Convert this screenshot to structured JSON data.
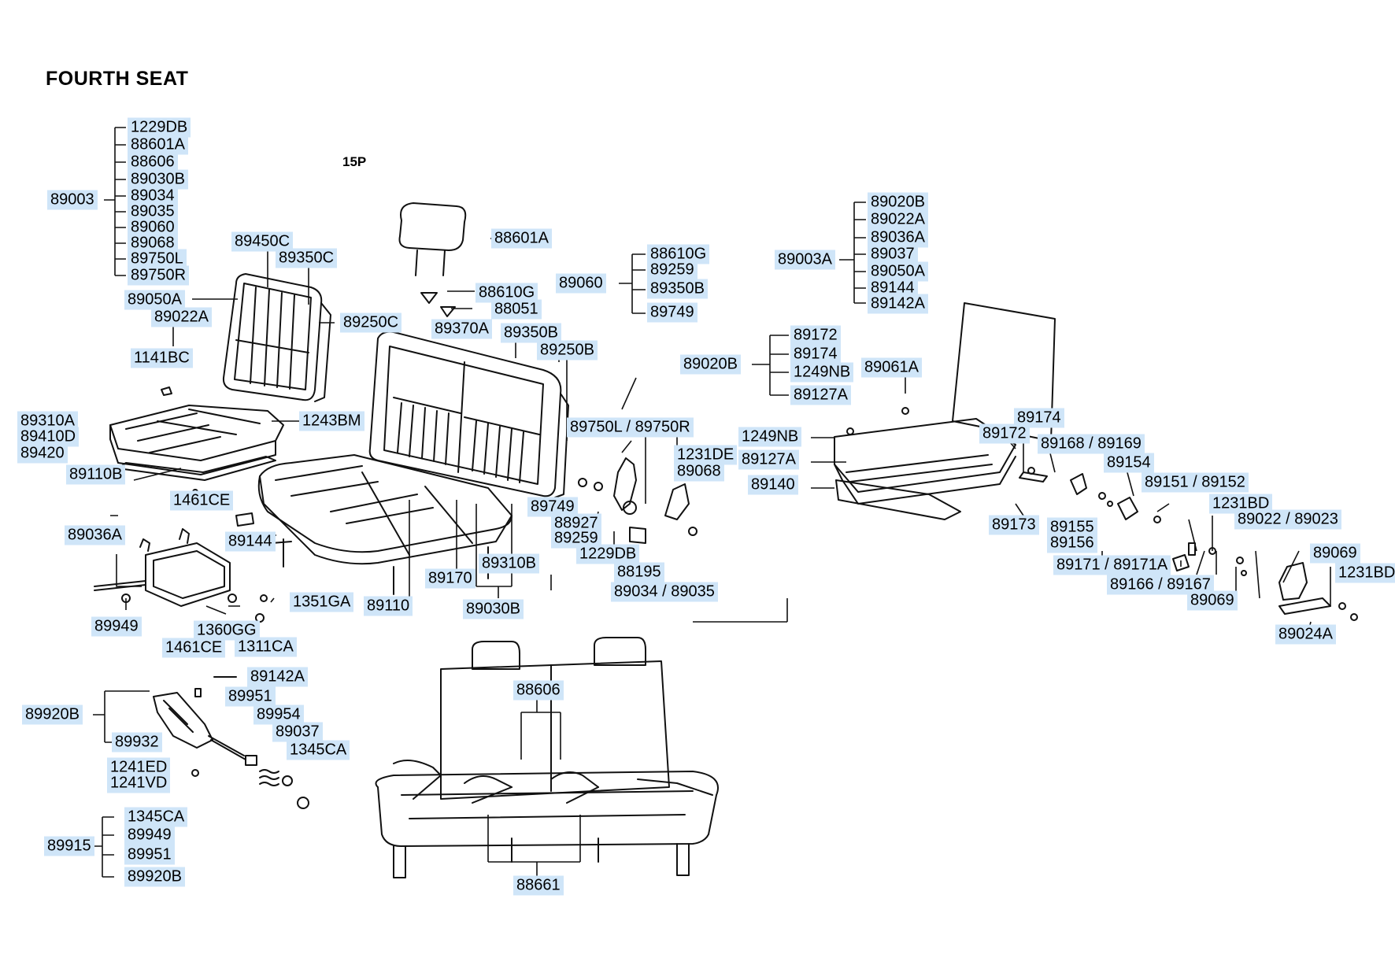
{
  "title": "FOURTH  SEAT",
  "page_ref": "15P",
  "callouts": [
    {
      "id": "89003",
      "label": "89003"
    },
    {
      "id": "1229DB-a",
      "label": "1229DB"
    },
    {
      "id": "88601A-a",
      "label": "88601A"
    },
    {
      "id": "88606-a",
      "label": "88606"
    },
    {
      "id": "89030B",
      "label": "89030B"
    },
    {
      "id": "89034",
      "label": "89034"
    },
    {
      "id": "89035",
      "label": "89035"
    },
    {
      "id": "89060-a",
      "label": "89060"
    },
    {
      "id": "89068-a",
      "label": "89068"
    },
    {
      "id": "89750L",
      "label": "89750L"
    },
    {
      "id": "89750R",
      "label": "89750R"
    },
    {
      "id": "89450C",
      "label": "89450C"
    },
    {
      "id": "89350C",
      "label": "89350C"
    },
    {
      "id": "89050A-a",
      "label": "89050A"
    },
    {
      "id": "89022A-a",
      "label": "89022A"
    },
    {
      "id": "89250C",
      "label": "89250C"
    },
    {
      "id": "1141BC",
      "label": "1141BC"
    },
    {
      "id": "89310A",
      "label": "89310A"
    },
    {
      "id": "89410D",
      "label": "89410D"
    },
    {
      "id": "89420",
      "label": "89420"
    },
    {
      "id": "1243BM",
      "label": "1243BM"
    },
    {
      "id": "89110B",
      "label": "89110B"
    },
    {
      "id": "1461CE-a",
      "label": "1461CE"
    },
    {
      "id": "89144-a",
      "label": "89144"
    },
    {
      "id": "89036A-a",
      "label": "89036A"
    },
    {
      "id": "89949-a",
      "label": "89949"
    },
    {
      "id": "1360GG",
      "label": "1360GG"
    },
    {
      "id": "1311CA",
      "label": "1311CA"
    },
    {
      "id": "1351GA",
      "label": "1351GA"
    },
    {
      "id": "88601A-b",
      "label": "88601A"
    },
    {
      "id": "88610G-a",
      "label": "88610G"
    },
    {
      "id": "88051",
      "label": "88051"
    },
    {
      "id": "89370A",
      "label": "89370A"
    },
    {
      "id": "89350B-a",
      "label": "89350B"
    },
    {
      "id": "89250B",
      "label": "89250B"
    },
    {
      "id": "89750L-89750R",
      "label": "89750L / 89750R"
    },
    {
      "id": "89749-a",
      "label": "89749"
    },
    {
      "id": "88927",
      "label": "88927"
    },
    {
      "id": "89259-a",
      "label": "89259"
    },
    {
      "id": "1229DB-b",
      "label": "1229DB"
    },
    {
      "id": "88195",
      "label": "88195"
    },
    {
      "id": "89034-89035",
      "label": "89034 / 89035"
    },
    {
      "id": "1231DE",
      "label": "1231DE"
    },
    {
      "id": "89068-b",
      "label": "89068"
    },
    {
      "id": "89170",
      "label": "89170"
    },
    {
      "id": "89310B",
      "label": "89310B"
    },
    {
      "id": "89030B-b",
      "label": "89030B"
    },
    {
      "id": "89110",
      "label": "89110"
    },
    {
      "id": "89060-b",
      "label": "89060"
    },
    {
      "id": "88610G-b",
      "label": "88610G"
    },
    {
      "id": "89259-b",
      "label": "89259"
    },
    {
      "id": "89350B-b",
      "label": "89350B"
    },
    {
      "id": "89749-b",
      "label": "89749"
    },
    {
      "id": "89003A",
      "label": "89003A"
    },
    {
      "id": "89020B-a",
      "label": "89020B"
    },
    {
      "id": "89022A-b",
      "label": "89022A"
    },
    {
      "id": "89036A-b",
      "label": "89036A"
    },
    {
      "id": "89037-a",
      "label": "89037"
    },
    {
      "id": "89050A-b",
      "label": "89050A"
    },
    {
      "id": "89144-b",
      "label": "89144"
    },
    {
      "id": "89142A-a",
      "label": "89142A"
    },
    {
      "id": "89020B-b",
      "label": "89020B"
    },
    {
      "id": "89172-a",
      "label": "89172"
    },
    {
      "id": "89174-a",
      "label": "89174"
    },
    {
      "id": "1249NB-a",
      "label": "1249NB"
    },
    {
      "id": "89127A-a",
      "label": "89127A"
    },
    {
      "id": "89061A",
      "label": "89061A"
    },
    {
      "id": "89174-b",
      "label": "89174"
    },
    {
      "id": "89172-b",
      "label": "89172"
    },
    {
      "id": "1249NB-b",
      "label": "1249NB"
    },
    {
      "id": "89127A-b",
      "label": "89127A"
    },
    {
      "id": "89140",
      "label": "89140"
    },
    {
      "id": "89173",
      "label": "89173"
    },
    {
      "id": "89168-89169",
      "label": "89168 / 89169"
    },
    {
      "id": "89154",
      "label": "89154"
    },
    {
      "id": "89155",
      "label": "89155"
    },
    {
      "id": "89156",
      "label": "89156"
    },
    {
      "id": "89151-89152",
      "label": "89151 / 89152"
    },
    {
      "id": "1231BD-a",
      "label": "1231BD"
    },
    {
      "id": "89022-89023",
      "label": "89022 / 89023"
    },
    {
      "id": "89171-89171A",
      "label": "89171 / 89171A"
    },
    {
      "id": "89166-89167",
      "label": "89166 / 89167"
    },
    {
      "id": "89069-a",
      "label": "89069"
    },
    {
      "id": "89069-b",
      "label": "89069"
    },
    {
      "id": "1231BD-b",
      "label": "1231BD"
    },
    {
      "id": "89024A",
      "label": "89024A"
    },
    {
      "id": "1461CE-b",
      "label": "1461CE"
    },
    {
      "id": "89142A-b",
      "label": "89142A"
    },
    {
      "id": "89951-a",
      "label": "89951"
    },
    {
      "id": "89954",
      "label": "89954"
    },
    {
      "id": "89037-b",
      "label": "89037"
    },
    {
      "id": "1345CA-a",
      "label": "1345CA"
    },
    {
      "id": "89920B-a",
      "label": "89920B"
    },
    {
      "id": "89932",
      "label": "89932"
    },
    {
      "id": "1241ED",
      "label": "1241ED"
    },
    {
      "id": "1241VD",
      "label": "1241VD"
    },
    {
      "id": "89915",
      "label": "89915"
    },
    {
      "id": "1345CA-b",
      "label": "1345CA"
    },
    {
      "id": "89949-b",
      "label": "89949"
    },
    {
      "id": "89951-b",
      "label": "89951"
    },
    {
      "id": "89920B-b",
      "label": "89920B"
    },
    {
      "id": "88606-b",
      "label": "88606"
    },
    {
      "id": "88661",
      "label": "88661"
    }
  ]
}
